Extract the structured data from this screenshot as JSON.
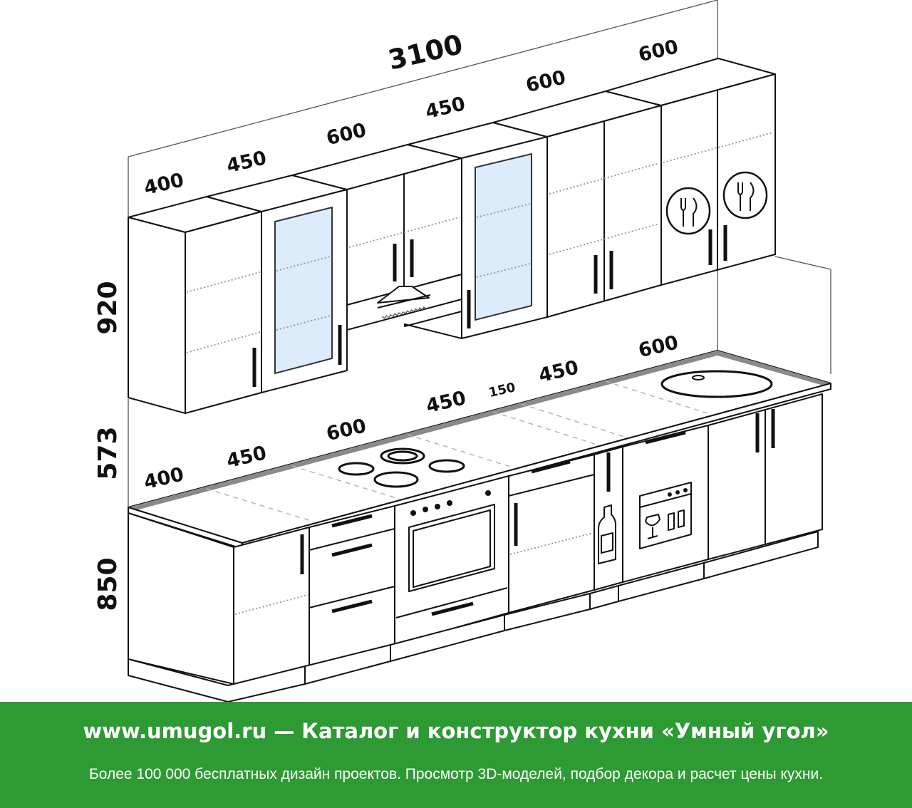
{
  "diagram": {
    "total_width_label": "3100",
    "upper_widths": [
      "400",
      "450",
      "600",
      "450",
      "600",
      "600"
    ],
    "counter_widths": [
      "400",
      "450",
      "600",
      "450",
      "150",
      "450",
      "600"
    ],
    "heights": {
      "upper": "920",
      "backsplash": "573",
      "base": "850"
    },
    "colors": {
      "glass": "#dcecfa",
      "countertop_edge": "#8a8a8a",
      "footer": "#2e9a34"
    },
    "icons": [
      "cutlery-icon",
      "cutlery-icon",
      "bottle-icon",
      "dishwasher-icon",
      "cooktop-icon",
      "oven-icon",
      "sink-icon"
    ]
  },
  "footer": {
    "title": "www.umugol.ru — Каталог и конструктор кухни «Умный угол»",
    "subtitle": "Более 100 000 бесплатных дизайн проектов. Просмотр 3D-моделей, подбор декора и расчет цены кухни."
  }
}
